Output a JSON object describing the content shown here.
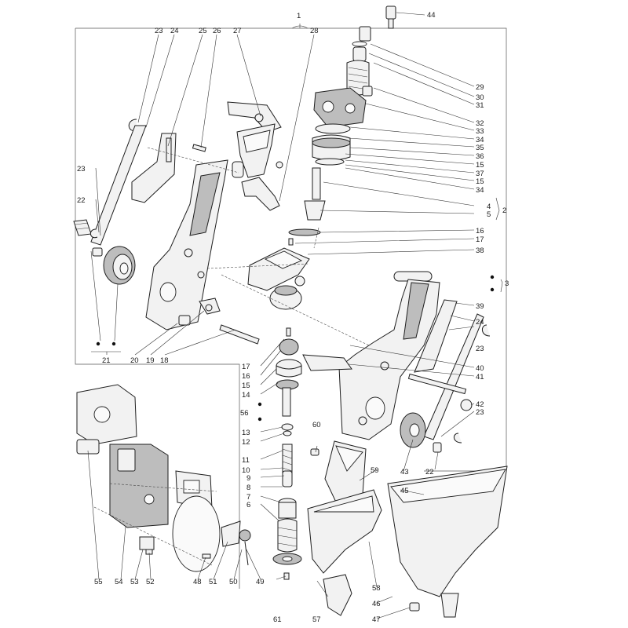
{
  "callouts": {
    "n1": "1",
    "n2": "2",
    "n3": "3",
    "n4": "4",
    "n5": "5",
    "n6": "6",
    "n7": "7",
    "n8": "8",
    "n9": "9",
    "n10": "10",
    "n11": "11",
    "n12": "12",
    "n13": "13",
    "n14": "14",
    "n15": "15",
    "n16": "16",
    "n17": "17",
    "n18": "18",
    "n19": "19",
    "n20": "20",
    "n21": "21",
    "n22": "22",
    "n23": "23",
    "n24": "24",
    "n25": "25",
    "n26": "26",
    "n27": "27",
    "n28": "28",
    "n29": "29",
    "n30": "30",
    "n31": "31",
    "n32": "32",
    "n33": "33",
    "n34": "34",
    "n35": "35",
    "n36": "36",
    "n37": "37",
    "n38": "38",
    "n39": "39",
    "n40": "40",
    "n41": "41",
    "n42": "42",
    "n43": "43",
    "n44": "44",
    "n45": "45",
    "n46": "46",
    "n47": "47",
    "n48": "48",
    "n49": "49",
    "n50": "50",
    "n51": "51",
    "n52": "52",
    "n53": "53",
    "n54": "54",
    "n55": "55",
    "n56": "56",
    "n57": "57",
    "n58": "58",
    "n59": "59",
    "n60": "60",
    "n61": "61"
  },
  "colors": {
    "line": "#1e1e1e",
    "fill": "#f2f2f2",
    "shade": "#bdbdbd",
    "background": "#ffffff"
  }
}
